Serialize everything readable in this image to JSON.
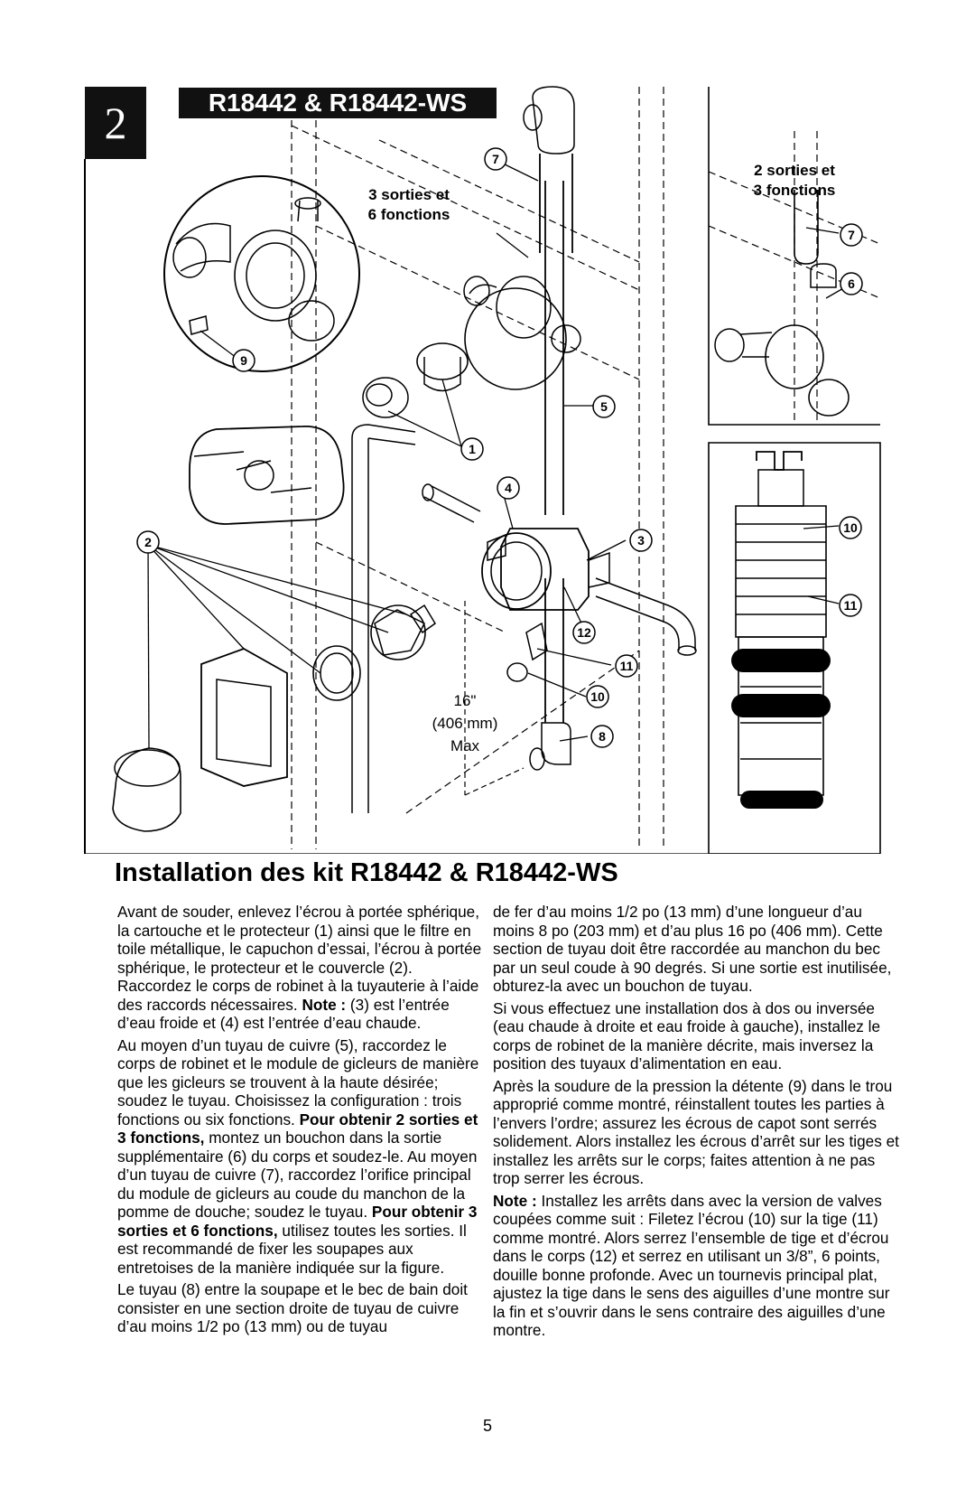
{
  "step": "2",
  "models_title": "R18442 & R18442-WS",
  "labels": {
    "six_function": [
      "3 sorties et",
      "6 fonctions"
    ],
    "three_function": [
      "2 sorties et",
      "3 fonctions"
    ]
  },
  "dimension": [
    "16\"",
    "(406 mm)",
    "Max"
  ],
  "callouts": [
    "7",
    "7",
    "6",
    "9",
    "5",
    "1",
    "4",
    "2",
    "3",
    "10",
    "11",
    "12",
    "11",
    "10",
    "8"
  ],
  "heading": "Installation des kit R18442 & R18442-WS",
  "col1": {
    "p1": "Avant de souder, enlevez l’écrou à portée sphérique, la cartouche et le protecteur (1) ainsi que le filtre en toile métallique, le capuchon d’essai, l’écrou à portée sphérique, le protecteur et le couvercle (2). Raccordez le corps de robinet à la tuyauterie à l’aide des raccords nécessaires.",
    "p1_note_label": "Note :",
    "p1_note": "(3) est l’entrée d’eau froide et (4) est l’entrée d’eau chaude.",
    "p2a": "Au moyen d’un tuyau de cuivre (5), raccordez le corps de robinet et le module de gicleurs de manière que les gicleurs se trouvent à la haute désirée; soudez le tuyau. Choisissez la configuration : trois fonctions ou six fonctions.",
    "p2b_bold": "Pour obtenir 2 sorties et 3 fonctions,",
    "p2c": "montez un bouchon dans la sortie supplémentaire (6) du corps et soudez-le. Au moyen d’un tuyau de cuivre (7), raccordez l’orifice principal du module de gicleurs au coude du manchon de la pomme de douche; soudez le tuyau.",
    "p2d_bold": "Pour obtenir 3 sorties et 6 fonctions,",
    "p2e": "utilisez toutes les sorties. Il est recommandé de fixer les soupapes aux entretoises de la manière indiquée sur la figure.",
    "p3": "Le tuyau (8) entre la soupape et le bec de bain doit consister en une section droite de tuyau de cuivre d’au moins 1/2 po (13 mm) ou de tuyau"
  },
  "col2": {
    "p1": "de fer d’au moins 1/2 po (13 mm) d’une longueur d’au moins 8 po (203 mm) et d’au plus 16 po (406 mm). Cette section de tuyau doit être raccordée au manchon du bec par un seul coude à 90 degrés. Si une sortie est inutilisée, obturez-la avec un bouchon de tuyau.",
    "p2": "Si vous effectuez une installation dos à dos ou inversée (eau chaude à droite et eau froide à gauche), installez le corps de robinet de la manière décrite, mais inversez la position des tuyaux d’alimentation en eau.",
    "p3": "Après la soudure de la pression la détente (9) dans le trou approprié comme montré, réinstallent toutes les parties à l’envers l’ordre; assurez les écrous de capot sont serrés solidement. Alors installez les écrous d’arrêt sur les tiges et installez les arrêts sur le corps; faites attention à ne pas trop serrer les écrous.",
    "p4_note_label": "Note :",
    "p4": "Installez les arrêts dans avec la version de valves coupées comme suit : Filetez l’écrou (10) sur la tige (11) comme montré. Alors serrez l’ensemble de tige et d’écrou dans le corps (12) et serrez en utilisant un 3/8”, 6 points, douille bonne profonde. Avec un tournevis principal plat, ajustez la tige dans le sens des aiguilles d’une montre sur la fin et s’ouvrir dans le sens contraire des aiguilles d’une montre."
  },
  "page_number": "5"
}
